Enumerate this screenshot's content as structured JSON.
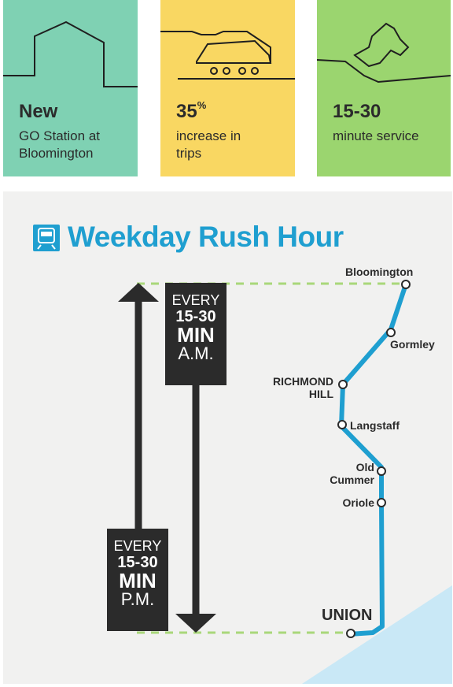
{
  "cards": [
    {
      "headline": "New",
      "subtext": "GO Station at\nBloomington",
      "color": "#7fd1b3",
      "icon": "house-icon"
    },
    {
      "headline": "35",
      "headline_suffix": "%",
      "subtext": "increase in\ntrips",
      "color": "#f9d762",
      "icon": "train-icon"
    },
    {
      "headline": "15-30",
      "subtext": "minute service",
      "color": "#9bd56f",
      "icon": "map-icon"
    }
  ],
  "panel": {
    "title": "Weekday Rush Hour",
    "logo_icon": "go-transit-logo-icon",
    "title_color": "#1f9fd0",
    "am_box": {
      "line1": "EVERY",
      "line2": "15-30",
      "line3": "MIN",
      "line4": "A.M."
    },
    "pm_box": {
      "line1": "EVERY",
      "line2": "15-30",
      "line3": "MIN",
      "line4": "P.M."
    },
    "stations": {
      "bloomington": "Bloomington",
      "gormley": "Gormley",
      "richmond_hill_1": "RICHMOND",
      "richmond_hill_2": "HILL",
      "langstaff": "Langstaff",
      "old_cummer_1": "Old",
      "old_cummer_2": "Cummer",
      "oriole": "Oriole",
      "union": "UNION"
    }
  }
}
